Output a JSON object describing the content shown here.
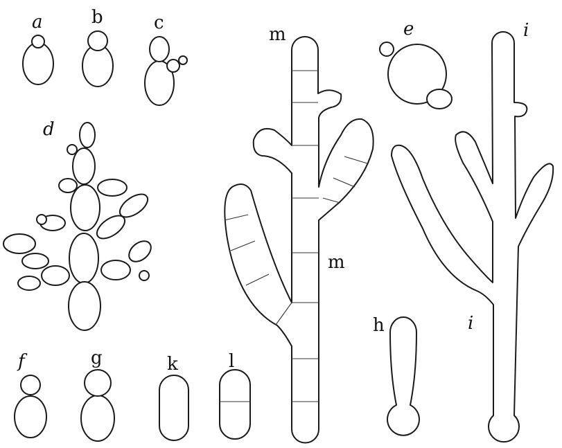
{
  "labels": {
    "a": "a",
    "b": "b",
    "c": "c",
    "d": "d",
    "e": "e",
    "f": "f",
    "g": "g",
    "h": "h",
    "i_top": "i",
    "i_bottom": "i",
    "k": "k",
    "l": "l",
    "m_top": "m",
    "m_mid": "m"
  }
}
